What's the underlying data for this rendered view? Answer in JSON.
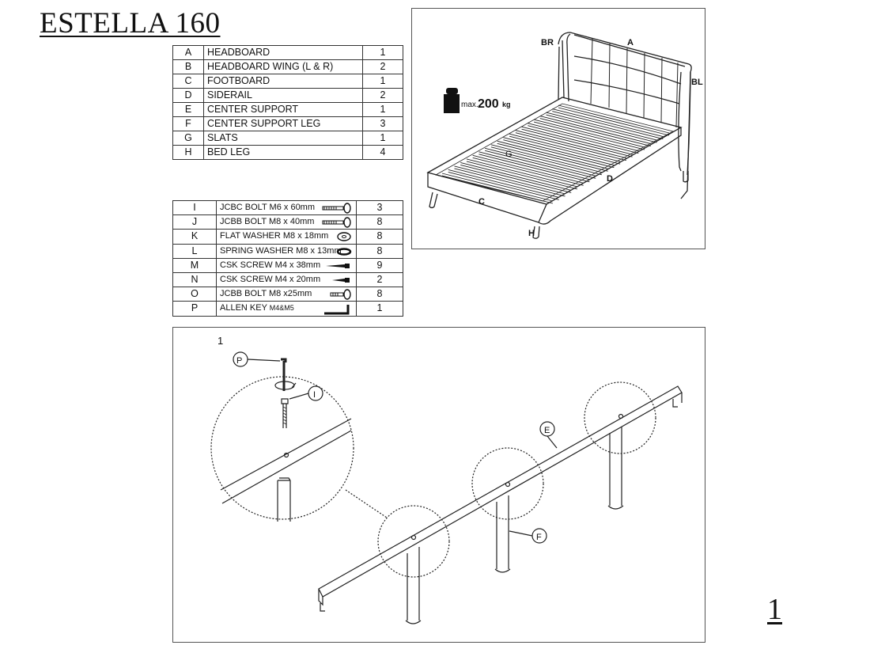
{
  "title": "ESTELLA 160",
  "parts": [
    {
      "letter": "A",
      "name": "HEADBOARD",
      "qty": "1"
    },
    {
      "letter": "B",
      "name": "HEADBOARD WING (L & R)",
      "qty": "2"
    },
    {
      "letter": "C",
      "name": "FOOTBOARD",
      "qty": "1"
    },
    {
      "letter": "D",
      "name": "SIDERAIL",
      "qty": "2"
    },
    {
      "letter": "E",
      "name": "CENTER SUPPORT",
      "qty": "1"
    },
    {
      "letter": "F",
      "name": "CENTER SUPPORT LEG",
      "qty": "3"
    },
    {
      "letter": "G",
      "name": "SLATS",
      "qty": "1"
    },
    {
      "letter": "H",
      "name": "BED LEG",
      "qty": "4"
    }
  ],
  "hardware": [
    {
      "letter": "I",
      "name": "JCBC BOLT M6 x 60mm",
      "qty": "3",
      "icon": "long-bolt-icon"
    },
    {
      "letter": "J",
      "name": "JCBB BOLT M8 x 40mm",
      "qty": "8",
      "icon": "long-bolt-icon"
    },
    {
      "letter": "K",
      "name": "FLAT WASHER M8 x 18mm",
      "qty": "8",
      "icon": "flat-washer-icon"
    },
    {
      "letter": "L",
      "name": "SPRING WASHER M8 x 13mm",
      "qty": "8",
      "icon": "spring-washer-icon"
    },
    {
      "letter": "M",
      "name": "CSK SCREW M4 x 38mm",
      "qty": "9",
      "icon": "screw-icon"
    },
    {
      "letter": "N",
      "name": "CSK SCREW M4 x 20mm",
      "qty": "2",
      "icon": "short-screw-icon"
    },
    {
      "letter": "O",
      "name": "JCBB BOLT M8 x25mm",
      "qty": "8",
      "icon": "short-bolt-icon"
    },
    {
      "letter": "P",
      "name": "ALLEN KEY",
      "name_suffix": "M4&M5",
      "qty": "1",
      "icon": "allen-key-icon"
    }
  ],
  "bed": {
    "labels": {
      "br": "BR",
      "a": "A",
      "bl": "BL",
      "g": "G",
      "d": "D",
      "c": "C",
      "h": "H"
    },
    "max_prefix": "max.",
    "max_value": "200",
    "max_unit": "kg"
  },
  "step": {
    "number": "1",
    "callouts": {
      "p": "P",
      "i": "I",
      "e": "E",
      "f": "F"
    }
  },
  "page_number": "1"
}
